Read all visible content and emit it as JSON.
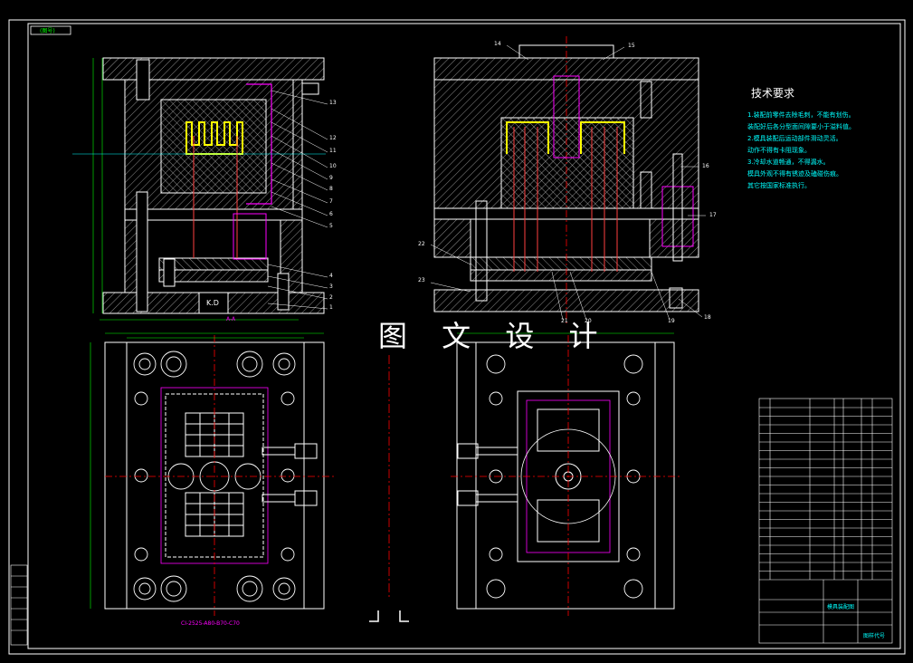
{
  "drawing": {
    "watermark": "图 文 设 计",
    "tech_requirements": {
      "title": "技术要求",
      "items": [
        "1.装配前零件去除毛刺，不能有划伤。",
        "装配好后各分型面间隙要小于溢料值。",
        "2.模具装配后运动部件滑动灵活。",
        "动作不得有卡阻现象。",
        "3.冷却水道畅通，不得漏水。",
        "模具外观不得有锈迹及磕碰伤痕。",
        "其它按国家标准执行。"
      ]
    },
    "callouts_left": [
      "13",
      "12",
      "11",
      "10",
      "9",
      "8",
      "7",
      "6",
      "5",
      "4",
      "3",
      "2",
      "1"
    ],
    "callouts_right": [
      "14",
      "15",
      "16",
      "17",
      "18",
      "19",
      "20",
      "21",
      "22",
      "23"
    ],
    "labels": {
      "section_aa": "A-A",
      "kd": "K.D",
      "bottom_ref": "CI-2525-A80-B70-C70",
      "title_block_name": "模具装配图",
      "title_block_label": "图样代号",
      "top_tag": "(图号)"
    },
    "colors": {
      "outline": "#ffffff",
      "hatch": "#ffffff",
      "center": "#ff0000",
      "dimension": "#00ff00",
      "part_yellow": "#ffff00",
      "accent_magenta": "#ff00ff",
      "accent_cyan": "#00ffff"
    }
  }
}
